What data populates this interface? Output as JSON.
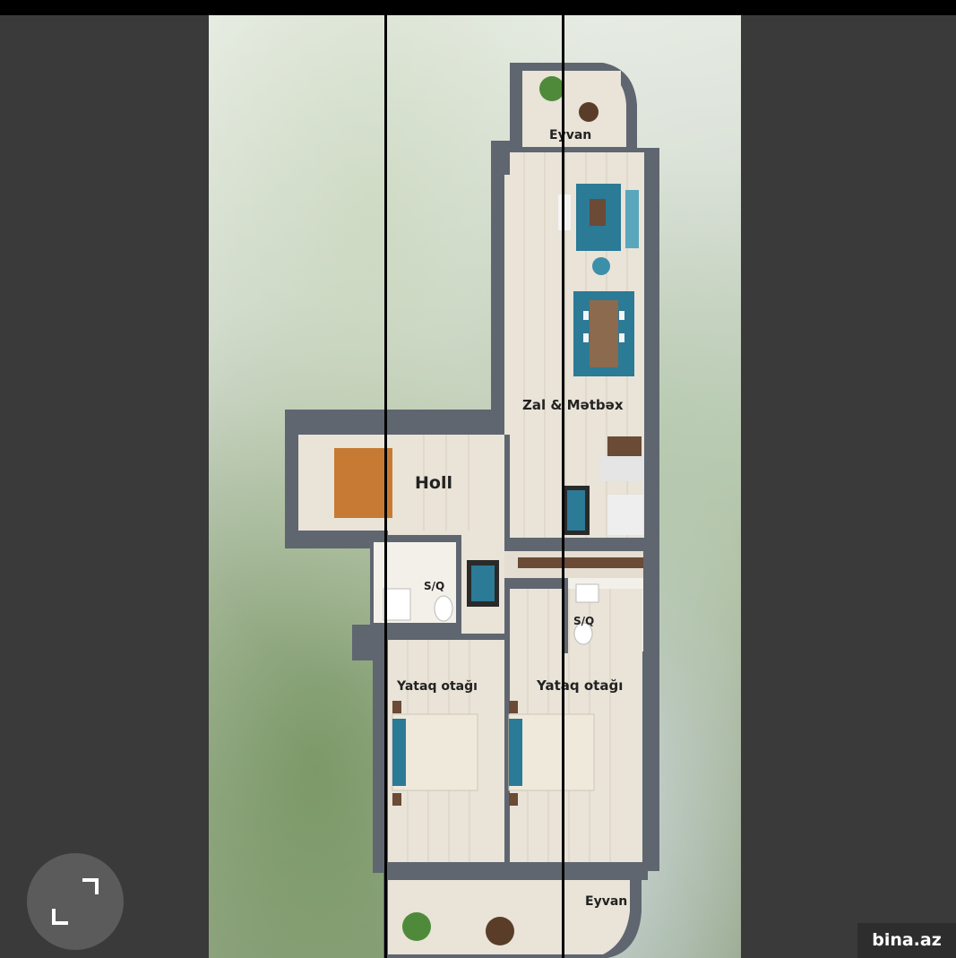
{
  "rooms": {
    "balcony_top": "Eyvan",
    "living_kitchen": "Zal & Mətbəx",
    "hall": "Holl",
    "bathroom_left": "S/Q",
    "bathroom_right": "S/Q",
    "bedroom_left": "Yataq otağı",
    "bedroom_right": "Yataq otağı",
    "balcony_bottom": "Eyvan"
  },
  "watermark": "bina.az",
  "expand_icon": "expand-icon",
  "colors": {
    "background": "#3a3a3a",
    "wall": "#5f6670",
    "floor": "#e9e3d8",
    "rug": "#2b7a96"
  }
}
